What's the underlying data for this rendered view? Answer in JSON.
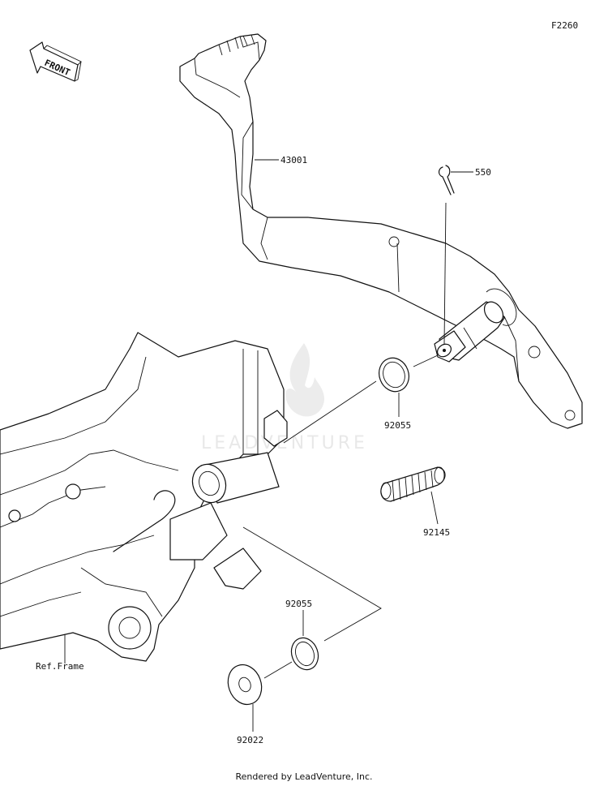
{
  "diagram_code": "F2260",
  "front_arrow_label": "FRONT",
  "parts": {
    "brake_pedal": "43001",
    "cotter_pin": "550",
    "o_ring_upper": "92055",
    "spring": "92145",
    "o_ring_lower": "92055",
    "washer": "92022"
  },
  "frame_label": "Ref.Frame",
  "watermark": "LEADVENTURE",
  "footer": "Rendered by LeadVenture, Inc."
}
